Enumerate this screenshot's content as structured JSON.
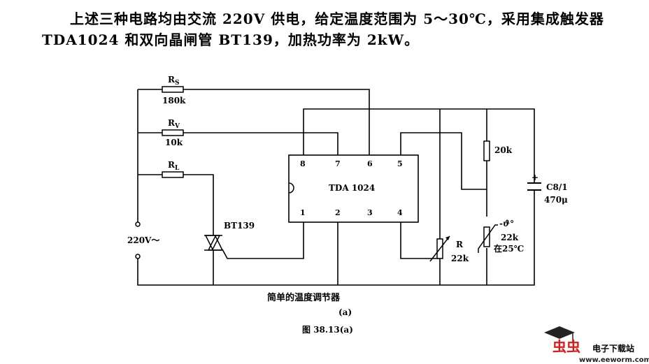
{
  "text": {
    "line1": "上述三种电路均由交流 220V 供电，给定温度范围为 5～30℃，采用集成触发器",
    "line2": "TDA1024 和双向晶闸管 BT139，加热功率为 2kW。"
  },
  "diagram": {
    "rs_label": "R",
    "rs_sub": "S",
    "rs_value": "180k",
    "rv_label": "R",
    "rv_sub": "V",
    "rv_value": "10k",
    "rl_label": "R",
    "rl_sub": "L",
    "ic_name": "TDA 1024",
    "pins": [
      "1",
      "2",
      "3",
      "4",
      "5",
      "6",
      "7",
      "8"
    ],
    "supply_label": "220V～",
    "triac_label": "BT139",
    "r_label": "R",
    "r_value": "22k",
    "r20_value": "20k",
    "cap_label": "C8/1",
    "cap_value": "470μ",
    "ntc_symbol": "-ϑ°",
    "ntc_value": "22k",
    "ntc_cond": "在25℃",
    "caption": "简单的温度调节器",
    "sub_caption": "(a)",
    "figure_id": "图 38.13(a)"
  },
  "watermark": {
    "brand": "虫虫",
    "site_name": "电子下载站",
    "url": "www.eeworm.com"
  }
}
